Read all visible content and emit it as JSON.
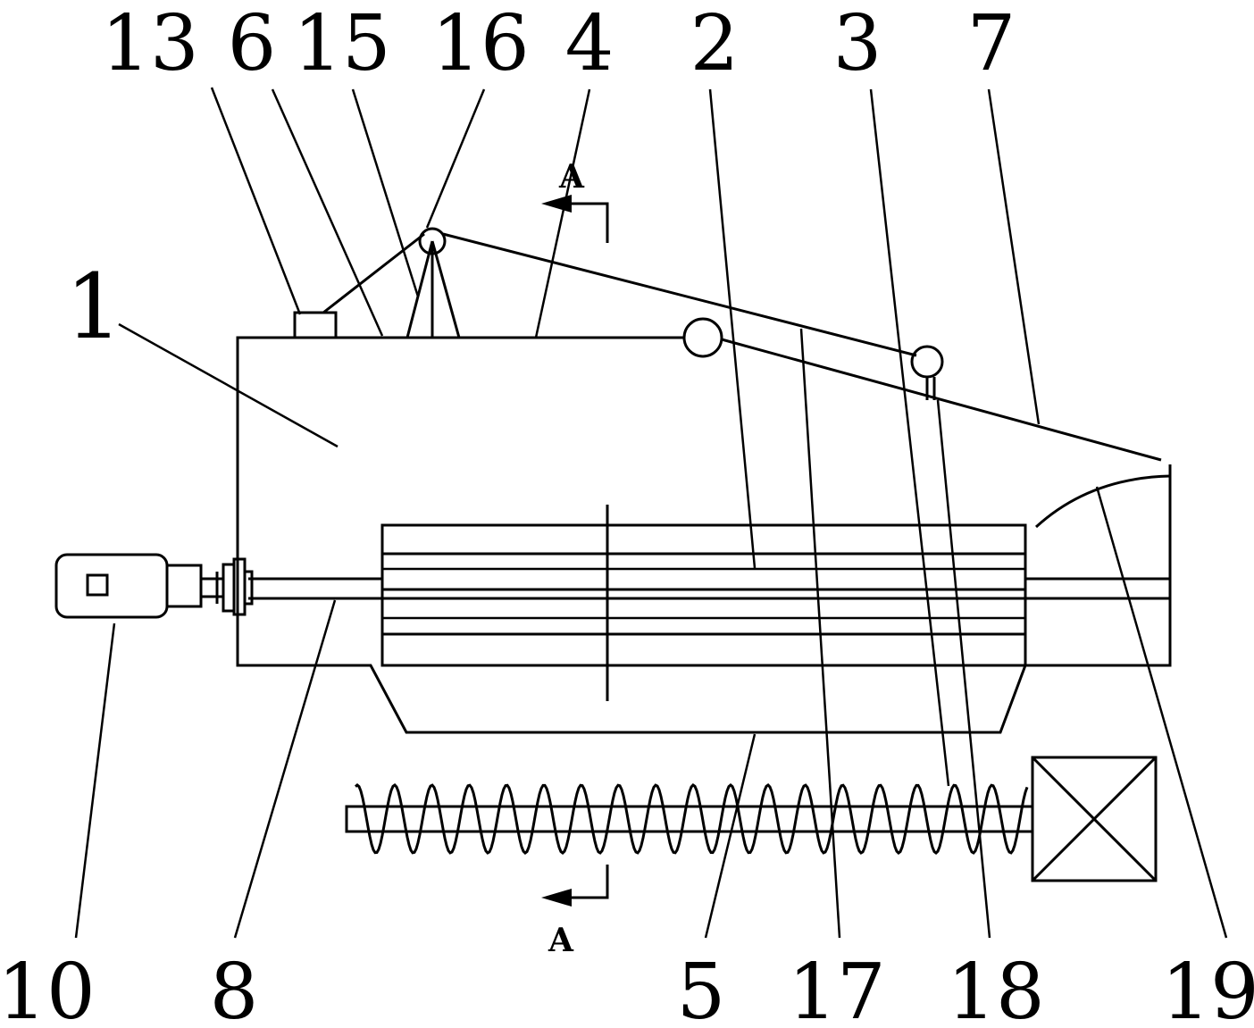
{
  "labels": {
    "n13": "13",
    "n6": "6",
    "n15": "15",
    "n16": "16",
    "n4": "4",
    "n2": "2",
    "n3": "3",
    "n7": "7",
    "n1": "1",
    "n10": "10",
    "n8": "8",
    "n5": "5",
    "n17": "17",
    "n18": "18",
    "n19": "19"
  },
  "section": {
    "top": "A",
    "bottom": "A"
  }
}
